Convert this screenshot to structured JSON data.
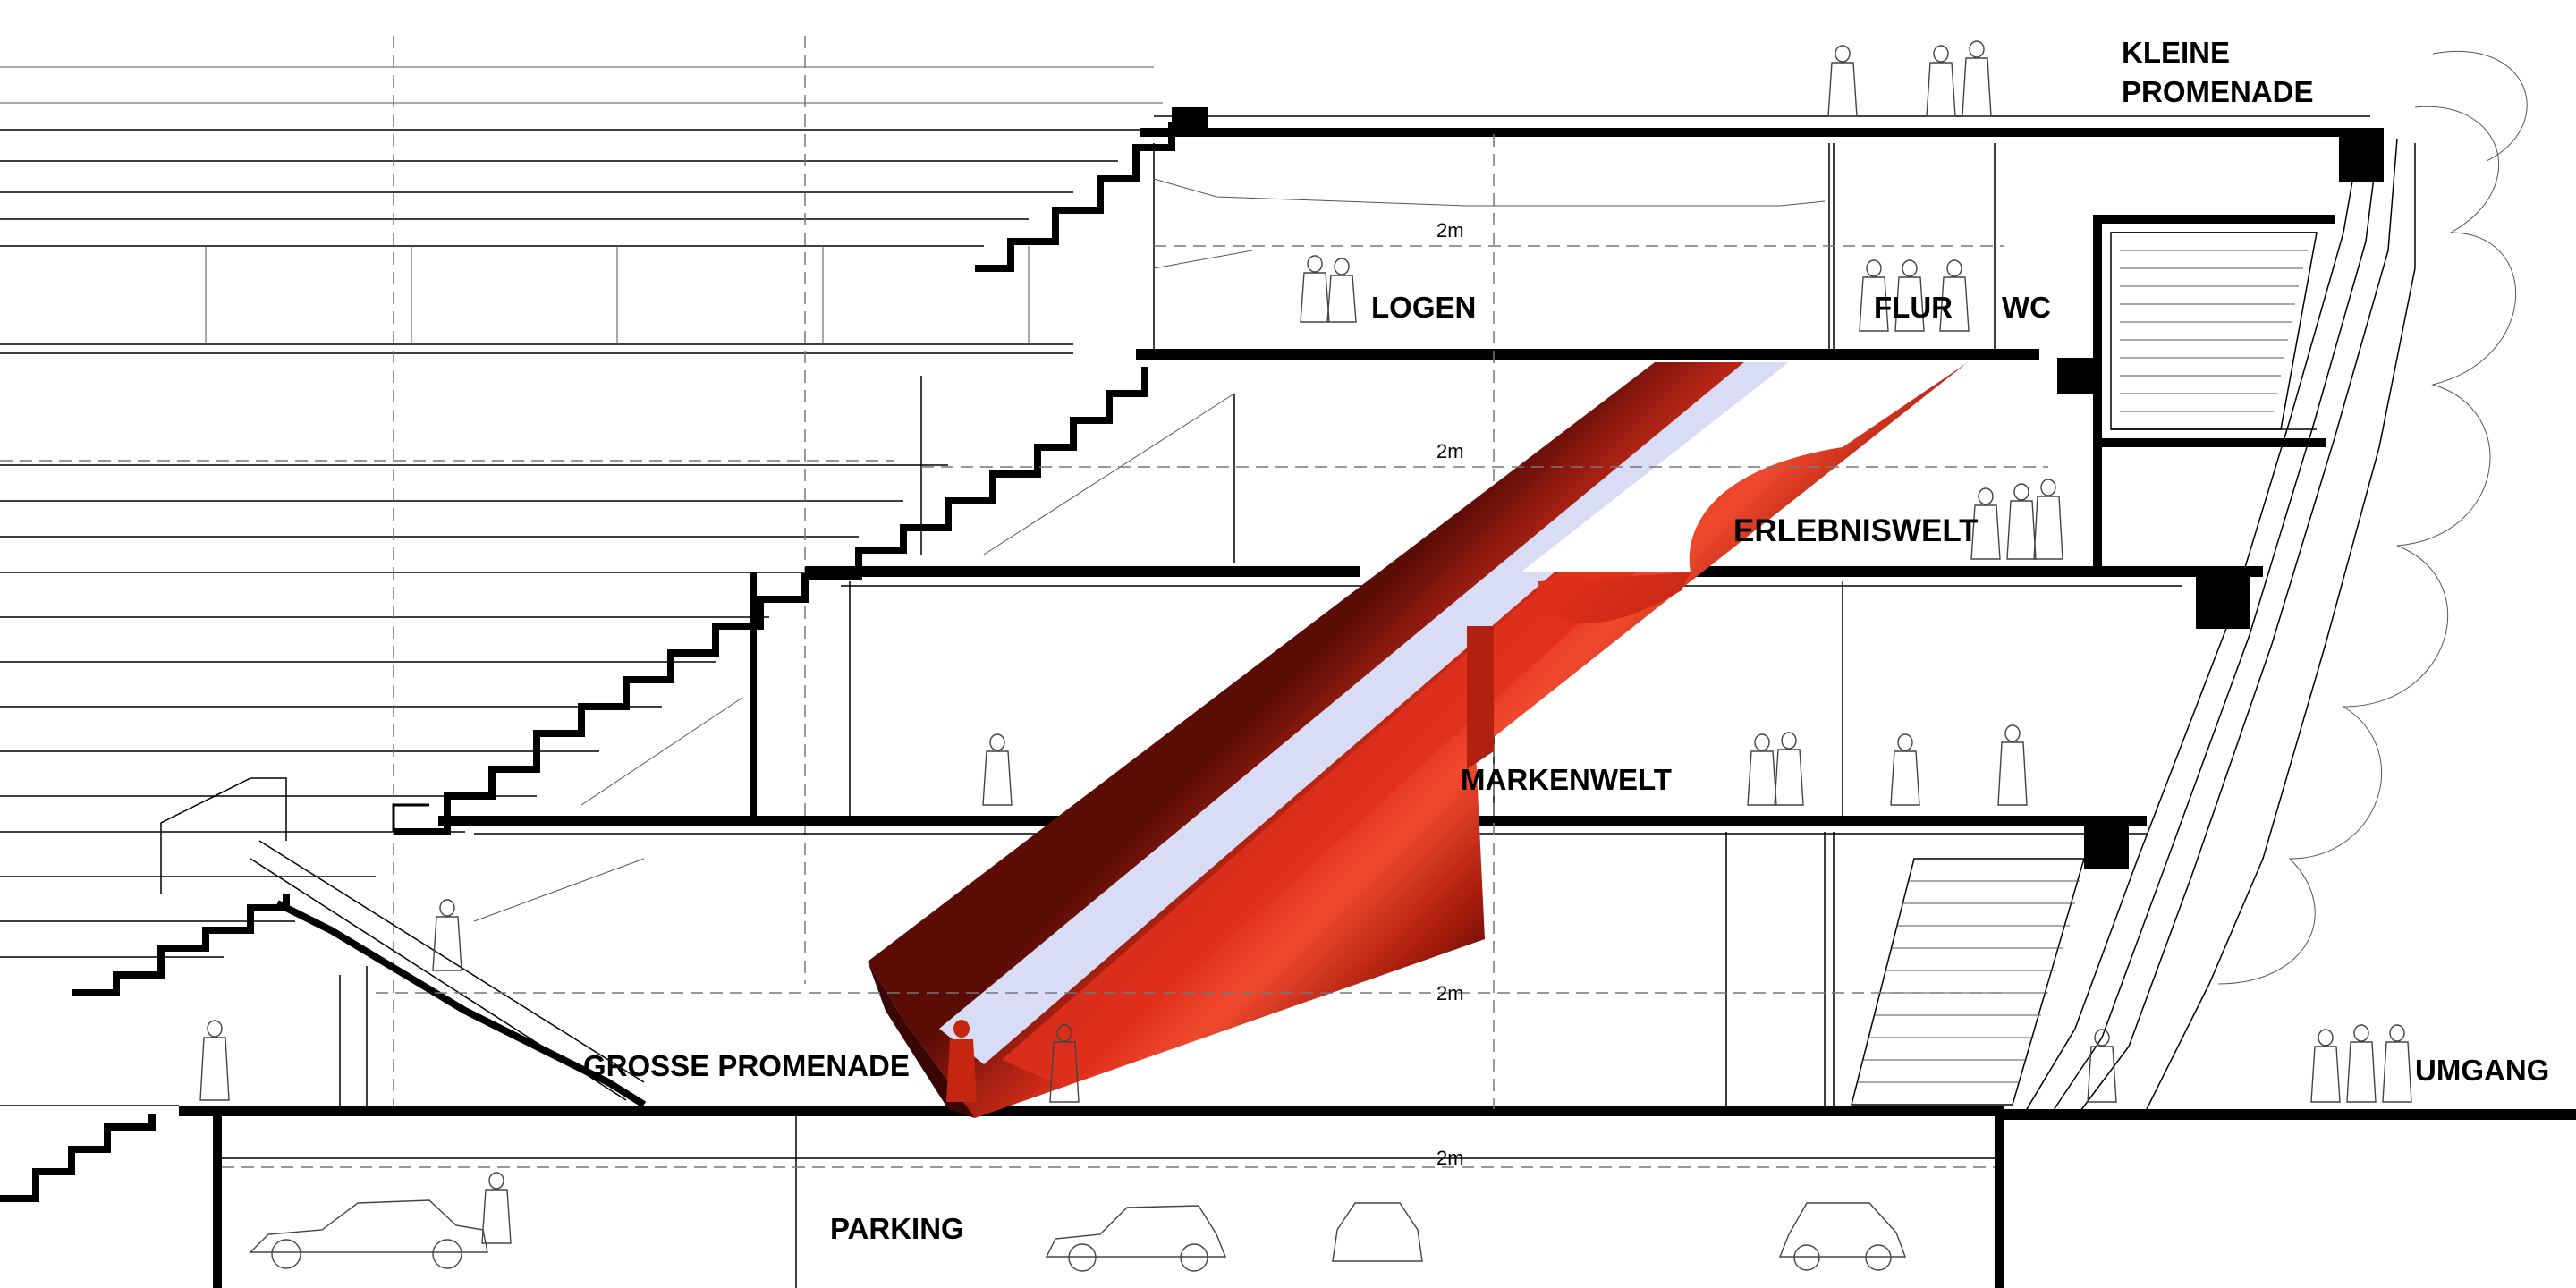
{
  "labels": {
    "kleine_promenade_line1": "KLEINE",
    "kleine_promenade_line2": "PROMENADE",
    "logen": "LOGEN",
    "flur": "FLUR",
    "wc": "WC",
    "erlebniswelt": "ERLEBNISWELT",
    "markenwelt": "MARKENWELT",
    "grosse_promenade": "GROSSE PROMENADE",
    "umgang": "UMGANG",
    "parking": "PARKING"
  },
  "dimensions": {
    "height_logen": "2m",
    "height_erlebniswelt": "2m",
    "height_promenade": "2m",
    "height_parking": "2m"
  },
  "colors": {
    "tube_dark": "#5a0c05",
    "tube_red": "#e0301c",
    "tube_inner": "#d9dcf5",
    "slab": "#000000",
    "line": "#000000"
  }
}
